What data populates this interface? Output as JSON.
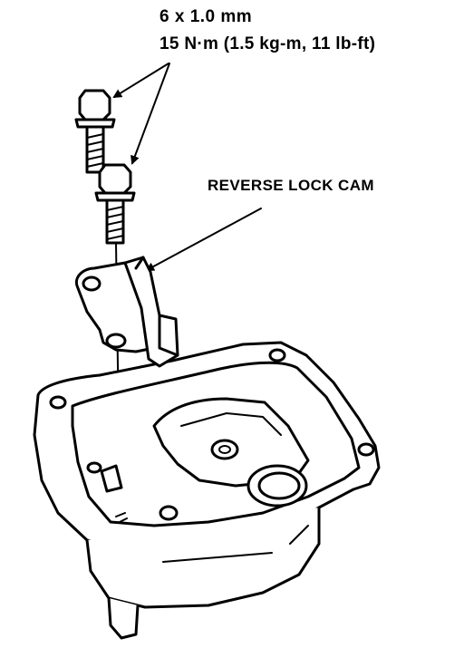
{
  "callouts": {
    "bolt_size": "6 x 1.0 mm",
    "torque": "15 N·m (1.5 kg-m, 11 lb-ft)",
    "part_name": "REVERSE LOCK CAM"
  },
  "colors": {
    "line": "#000000",
    "background": "#ffffff"
  }
}
